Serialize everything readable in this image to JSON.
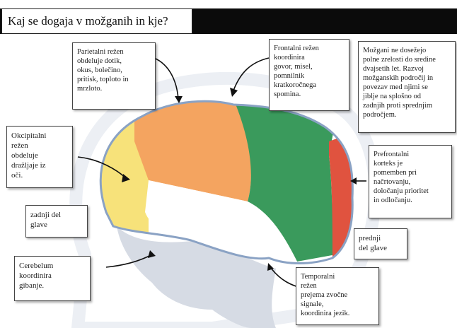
{
  "title": "Kaj se dogaja v možganih in kje?",
  "colors": {
    "parietal": "#f4a460",
    "frontal": "#3a9a5c",
    "prefrontal": "#e0533f",
    "occipital": "#f7e27a",
    "temporal": "#ffffff",
    "brain_outline": "#8aa2c4",
    "background_figure": "#d6dbe4"
  },
  "labels": {
    "parietal": "Parietalni režen\nobdeluje dotik,\nokus, bolečino,\npritisk, toploto in\nmrzloto.",
    "frontal": "Frontalni režen\nkoordinira\ngovor, misel,\npomnilnik\nkratkoročnega\nspomina.",
    "maturity": "Možgani ne dosežejo\npolne zrelosti do sredine\ndvajsetih let. Razvoj\nmožganskih področij in\npovezav med njimi se\njiblje na splošno od\nzadnjih proti sprednjim\npodročjem.",
    "occipital": "Okcipitalni\nrežen\nobdeluje\ndražljaje iz\noči.",
    "prefrontal": "Prefrontalni\nkorteks je\npomemben pri\nnačrtovanju,\ndoločanju prioritet\nin odločanju.",
    "back": "zadnji del\nglave",
    "front": "prednji\ndel glave",
    "cerebellum": "Cerebelum\nkoordinira\ngibanje.",
    "temporal": "Temporalni\nrežen\nprejema zvočne\nsignale,\nkoordinira jezik."
  }
}
